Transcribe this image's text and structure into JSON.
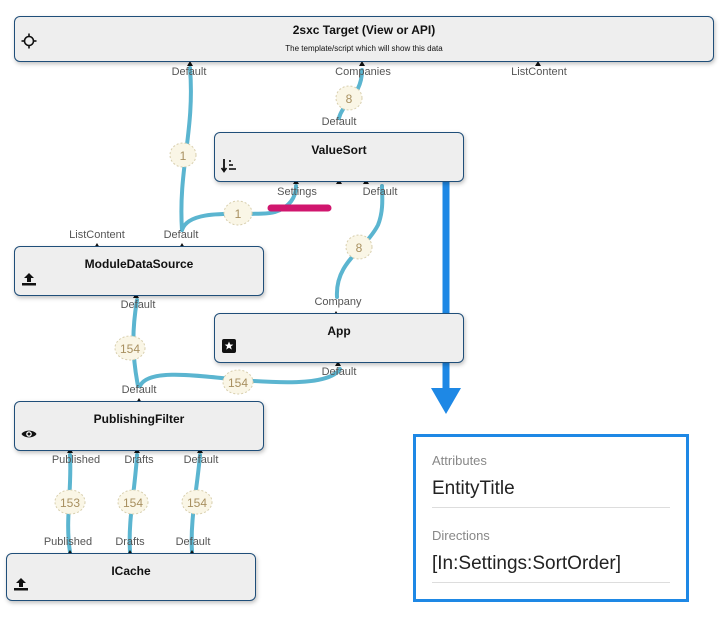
{
  "nodes": {
    "target": {
      "title": "2sxc Target (View or API)",
      "description": "The template/script which will show this data",
      "icon": "crosshair-icon",
      "ports": [
        "Default",
        "Companies",
        "ListContent"
      ]
    },
    "valuesort": {
      "title": "ValueSort",
      "icon": "sort-icon",
      "in_port": "Default",
      "out_ports": [
        "Settings",
        "Default"
      ]
    },
    "moduledatasource": {
      "title": "ModuleDataSource",
      "icon": "upload-icon",
      "in_ports": [
        "ListContent",
        "Default"
      ],
      "out_port": "Default"
    },
    "app": {
      "title": "App",
      "icon": "star-box-icon",
      "in_port": "Company",
      "out_port": "Default"
    },
    "publishingfilter": {
      "title": "PublishingFilter",
      "icon": "eye-icon",
      "in_port": "Default",
      "out_ports": [
        "Published",
        "Drafts",
        "Default"
      ]
    },
    "icache": {
      "title": "ICache",
      "icon": "upload-icon",
      "in_ports": [
        "Published",
        "Drafts",
        "Default"
      ]
    }
  },
  "connections": [
    {
      "from": "moduledatasource.Default",
      "to": "target.Default",
      "count": "1"
    },
    {
      "from": "valuesort.Default",
      "to": "target.Companies",
      "count": "8"
    },
    {
      "from": "moduledatasource.Default",
      "to": "valuesort.Settings",
      "count": "1"
    },
    {
      "from": "app.Company",
      "to": "valuesort.Default",
      "count": "8"
    },
    {
      "from": "publishingfilter.Default",
      "to": "moduledatasource.Default",
      "count": "154"
    },
    {
      "from": "publishingfilter.Default",
      "to": "app.Default",
      "count": "154"
    },
    {
      "from": "icache.Published",
      "to": "publishingfilter.Published",
      "count": "153"
    },
    {
      "from": "icache.Drafts",
      "to": "publishingfilter.Drafts",
      "count": "154"
    },
    {
      "from": "icache.Default",
      "to": "publishingfilter.Default",
      "count": "154"
    }
  ],
  "panel": {
    "attributes_label": "Attributes",
    "attributes_value": "EntityTitle",
    "directions_label": "Directions",
    "directions_value": "[In:Settings:SortOrder]"
  },
  "colors": {
    "wire": "#5bb5d0",
    "badge_fill": "#faf6e6",
    "badge_text": "#a89060",
    "arrow": "#1e88e5",
    "highlight": "#d0166e"
  }
}
